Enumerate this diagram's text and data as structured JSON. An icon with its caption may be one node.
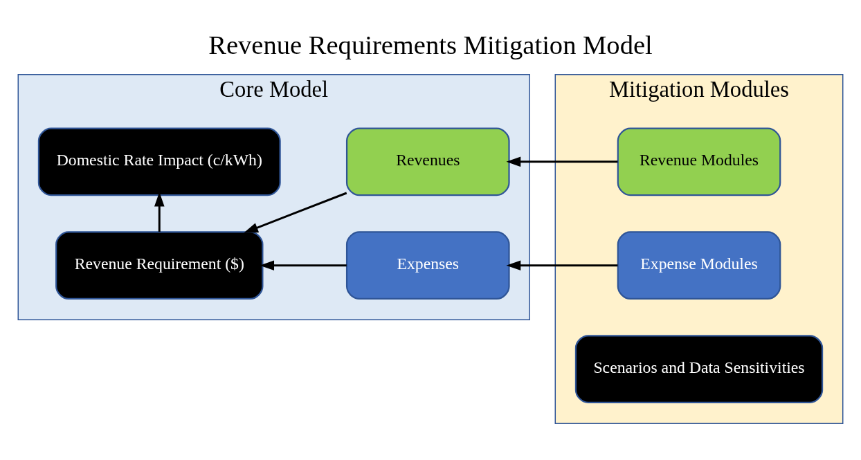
{
  "diagram": {
    "title": "Revenue Requirements Mitigation Model",
    "nodes": [
      {
        "text": [
          "Core Model"
        ]
      },
      {
        "text": [
          "Mitigation Modules"
        ]
      },
      {
        "text": [
          "Revenue Requirement ($)"
        ],
        "in": 0
      },
      {
        "text": [
          "Domestic Rate Impact (c/kWh)"
        ],
        "in": 0
      },
      {
        "text": [
          "Revenues"
        ],
        "in": 0
      },
      {
        "text": [
          "Expenses"
        ],
        "in": 0
      },
      {
        "text": [
          "Revenue Modules"
        ],
        "in": 1
      },
      {
        "text": [
          "Expense Modules"
        ],
        "in": 1
      },
      {
        "text": [
          "Scenarios and Data Sensitivities"
        ],
        "in": 1
      }
    ],
    "edges": [
      {
        "from": 6,
        "to": 4,
        "arrow": "to"
      },
      {
        "from": 7,
        "to": 5,
        "arrow": "to"
      },
      {
        "from": 4,
        "to": 2,
        "arrow": "to"
      },
      {
        "from": 5,
        "to": 2,
        "arrow": "to"
      },
      {
        "from": 2,
        "to": 3,
        "arrow": "to"
      }
    ]
  }
}
